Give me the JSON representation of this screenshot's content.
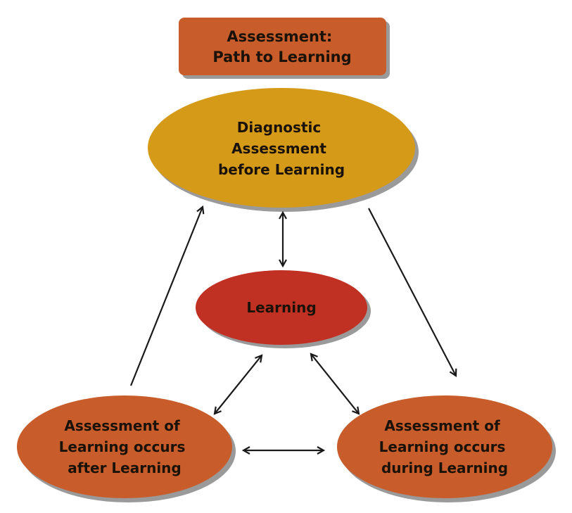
{
  "title": {
    "lines": [
      "Assessment:",
      "Path to Learning"
    ]
  },
  "nodes": {
    "diagnostic": {
      "lines": [
        "Diagnostic",
        "Assessment",
        "before Learning"
      ],
      "color": "#D49A18"
    },
    "learning": {
      "lines": [
        "Learning"
      ],
      "color": "#C03023"
    },
    "after": {
      "lines": [
        "Assessment of",
        "Learning occurs",
        "after Learning"
      ],
      "color": "#C85C2A"
    },
    "during": {
      "lines": [
        "Assessment of",
        "Learning occurs",
        "during Learning"
      ],
      "color": "#C85C2A"
    }
  },
  "colors": {
    "title_box": "#C85C2A",
    "shadow": "#9a9a9a",
    "arrow": "#1a1a1a"
  }
}
